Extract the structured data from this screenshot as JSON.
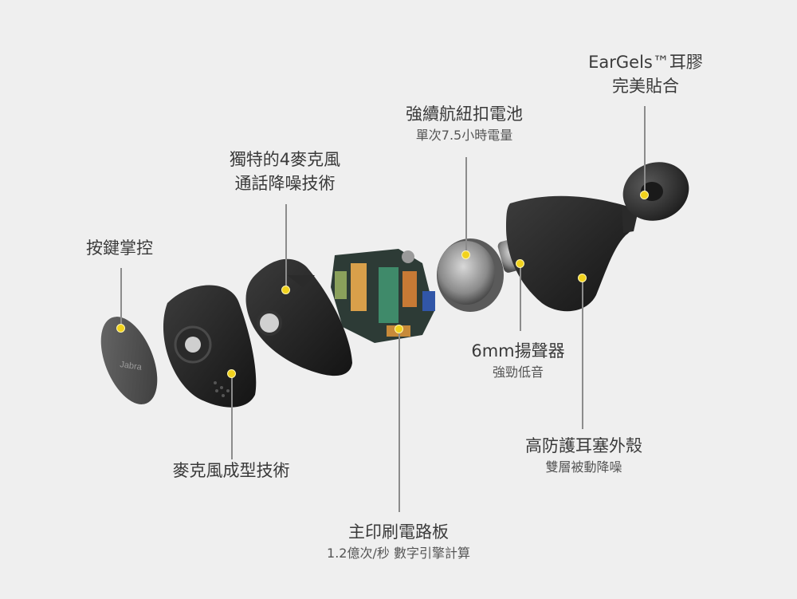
{
  "colors": {
    "background": "#efefef",
    "accent": "#f1d21d",
    "leader": "#8c8c8c"
  },
  "labels": {
    "eargels": {
      "title": "EarGels™耳膠",
      "sub": "完美貼合"
    },
    "battery": {
      "title": "強續航紐扣電池",
      "sub": "單次7.5小時電量"
    },
    "mic4": {
      "title": "獨特的4麥克風",
      "sub": "通話降噪技術"
    },
    "buttons": {
      "title": "按鍵掌控"
    },
    "speaker": {
      "title": "6mm揚聲器",
      "sub": "強勁低音"
    },
    "shell": {
      "title": "高防護耳塞外殼",
      "sub": "雙層被動降噪"
    },
    "micform": {
      "title": "麥克風成型技術"
    },
    "pcb": {
      "title": "主印刷電路板",
      "sub": "1.2億次/秒 數字引擎計算"
    }
  },
  "brand": "Jabra"
}
